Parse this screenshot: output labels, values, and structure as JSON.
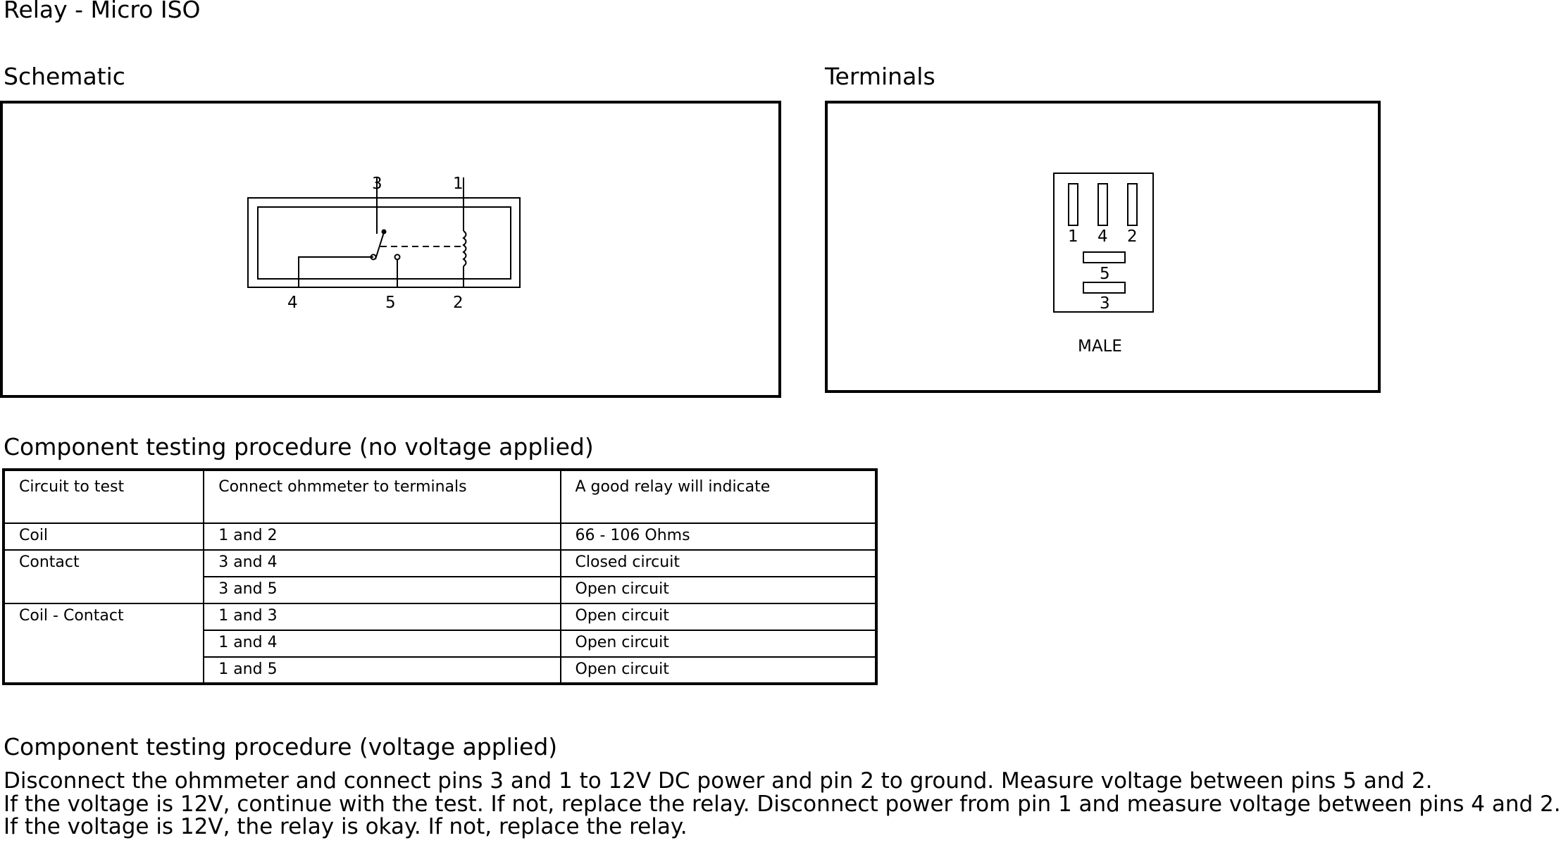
{
  "title": "Relay - Micro ISO",
  "schematic": {
    "heading": "Schematic",
    "pin_labels": {
      "p3": "3",
      "p1": "1",
      "p4": "4",
      "p5": "5",
      "p2": "2"
    }
  },
  "terminals": {
    "heading": "Terminals",
    "pin_labels": {
      "p1": "1",
      "p4": "4",
      "p2": "2",
      "p5": "5",
      "p3": "3"
    },
    "caption": "MALE"
  },
  "table_no_voltage": {
    "heading": "Component testing procedure (no voltage applied)",
    "columns": [
      "Circuit to test",
      "Connect ohmmeter to terminals",
      "A good relay will indicate"
    ],
    "rows": [
      {
        "circuit": "Coil",
        "terminals": "1 and 2",
        "result": "66 - 106 Ohms"
      },
      {
        "circuit": "Contact",
        "terminals": "3 and 4",
        "result": "Closed circuit"
      },
      {
        "circuit": "",
        "terminals": "3 and 5",
        "result": "Open circuit"
      },
      {
        "circuit": "Coil - Contact",
        "terminals": "1 and 3",
        "result": "Open circuit"
      },
      {
        "circuit": "",
        "terminals": "1 and 4",
        "result": "Open circuit"
      },
      {
        "circuit": "",
        "terminals": "1 and 5",
        "result": "Open circuit"
      }
    ]
  },
  "voltage_procedure": {
    "heading": "Component testing procedure (voltage applied)",
    "lines": [
      "Disconnect the ohmmeter and connect pins 3 and 1 to 12V DC power and pin 2 to ground. Measure voltage between pins 5 and 2.",
      "If the voltage is 12V, continue with the test. If not, replace the relay. Disconnect power from pin 1 and measure voltage between pins 4 and 2.",
      "If the voltage is 12V, the relay is okay. If not, replace the relay."
    ]
  }
}
